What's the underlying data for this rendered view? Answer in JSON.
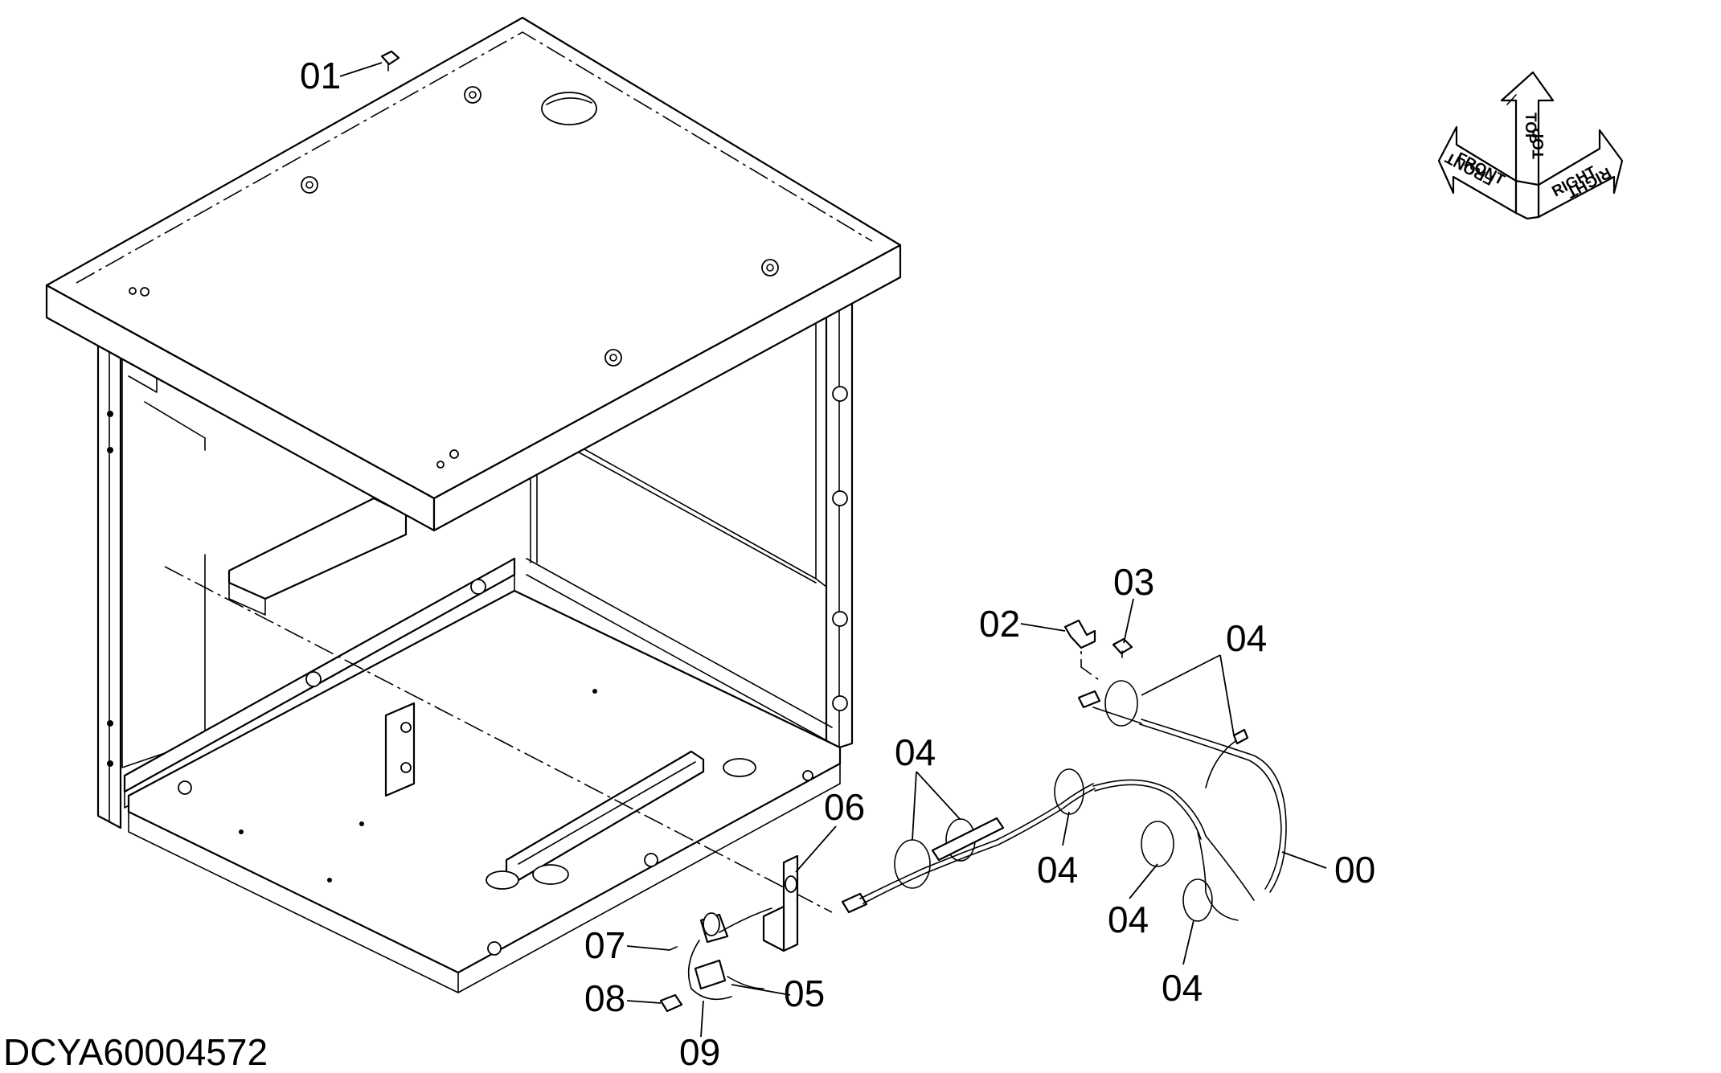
{
  "diagram": {
    "document_id": "DCYA60004572",
    "callouts": {
      "c01": "01",
      "c02": "02",
      "c03": "03",
      "c04a": "04",
      "c04b": "04",
      "c04c": "04",
      "c04d": "04",
      "c04e": "04",
      "c00": "00",
      "c05": "05",
      "c06": "06",
      "c07": "07",
      "c08": "08",
      "c09": "09"
    },
    "orientation": {
      "front": "FRONT",
      "top": "TOP",
      "right": "RIGHT"
    }
  }
}
